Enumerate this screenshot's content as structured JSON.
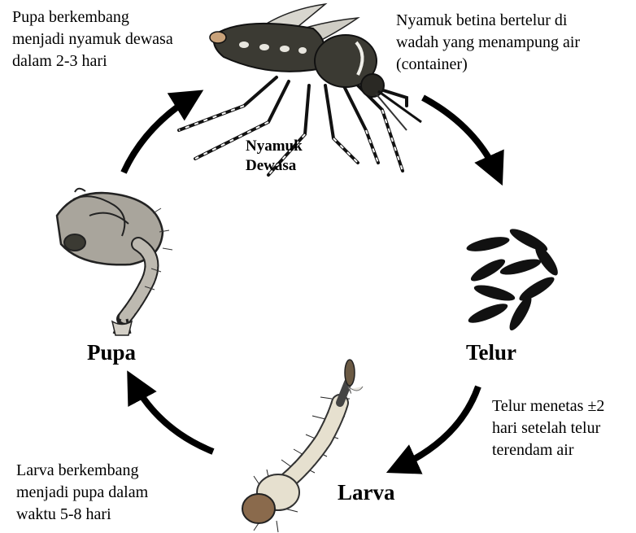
{
  "stages": {
    "adult": {
      "label": "Nyamuk\nDewasa",
      "icon": "mosquito-icon"
    },
    "egg": {
      "label": "Telur",
      "icon": "eggs-icon"
    },
    "larva": {
      "label": "Larva",
      "icon": "larva-icon"
    },
    "pupa": {
      "label": "Pupa",
      "icon": "pupa-icon"
    }
  },
  "notes": {
    "pupa_to_adult": "Pupa berkembang\nmenjadi nyamuk dewasa\ndalam 2-3 hari",
    "adult_to_egg": "Nyamuk betina bertelur di\nwadah yang menampung air\n(container)",
    "egg_to_larva": "Telur menetas ±2\nhari setelah telur\nterendam air",
    "larva_to_pupa": "Larva berkembang\nmenjadi pupa dalam\nwaktu 5-8 hari"
  },
  "colors": {
    "ink": "#000000",
    "body": "#3b3a33",
    "pupa": "#a9a59c",
    "larva": "#e6e0cf",
    "head": "#8a6a4c"
  }
}
